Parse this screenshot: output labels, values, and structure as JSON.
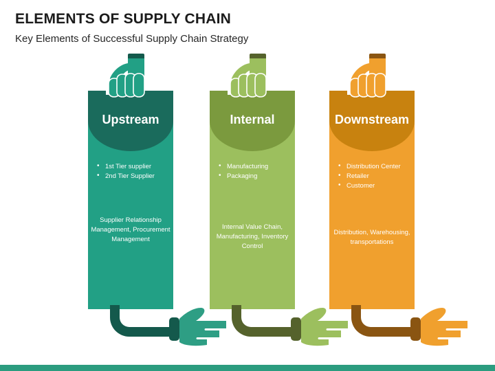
{
  "header": {
    "title": "ELEMENTS OF SUPPLY CHAIN",
    "subtitle": "Key Elements of Successful Supply Chain Strategy"
  },
  "colors": {
    "teal_dark": "#1a6b5c",
    "teal": "#22a085",
    "teal_sleeve": "#14594c",
    "green_dark": "#7b9a3e",
    "green": "#9cbf5e",
    "green_sleeve": "#55622c",
    "orange_dark": "#c8820f",
    "orange": "#f0a02e",
    "orange_sleeve": "#8a5512",
    "footer_bar": "#2b9c7f",
    "text_light": "#ffffff",
    "title_text": "#1b1b1b"
  },
  "columns": [
    {
      "id": "upstream",
      "heading": "Upstream",
      "bullets": [
        "1st Tier supplier",
        "2nd Tier Supplier"
      ],
      "description": "Supplier Relationship Management, Procurement Management",
      "fist_icon": "fist-icon",
      "hand_icon": "pointing-hand-icon"
    },
    {
      "id": "internal",
      "heading": "Internal",
      "bullets": [
        "Manufacturing",
        "Packaging"
      ],
      "description": "Internal Value Chain, Manufacturing, Inventory Control",
      "fist_icon": "fist-icon",
      "hand_icon": "pointing-hand-icon"
    },
    {
      "id": "downstream",
      "heading": "Downstream",
      "bullets": [
        "Distribution Center",
        "Retailer",
        "Customer"
      ],
      "description": "Distribution, Warehousing, transportations",
      "fist_icon": "fist-icon",
      "hand_icon": "pointing-hand-icon"
    }
  ]
}
